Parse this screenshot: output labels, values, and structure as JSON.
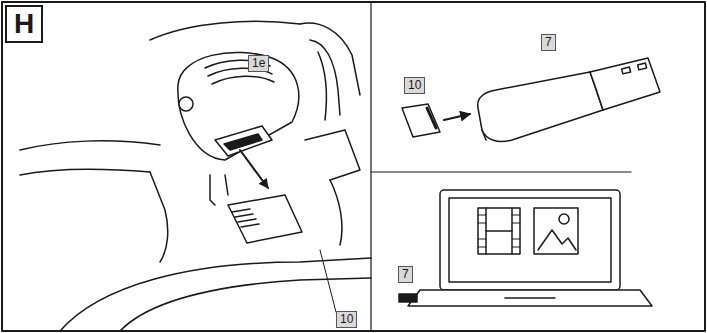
{
  "diagram": {
    "labels": [
      "H",
      "1e",
      "10",
      "10",
      "7",
      "7"
    ]
  }
}
